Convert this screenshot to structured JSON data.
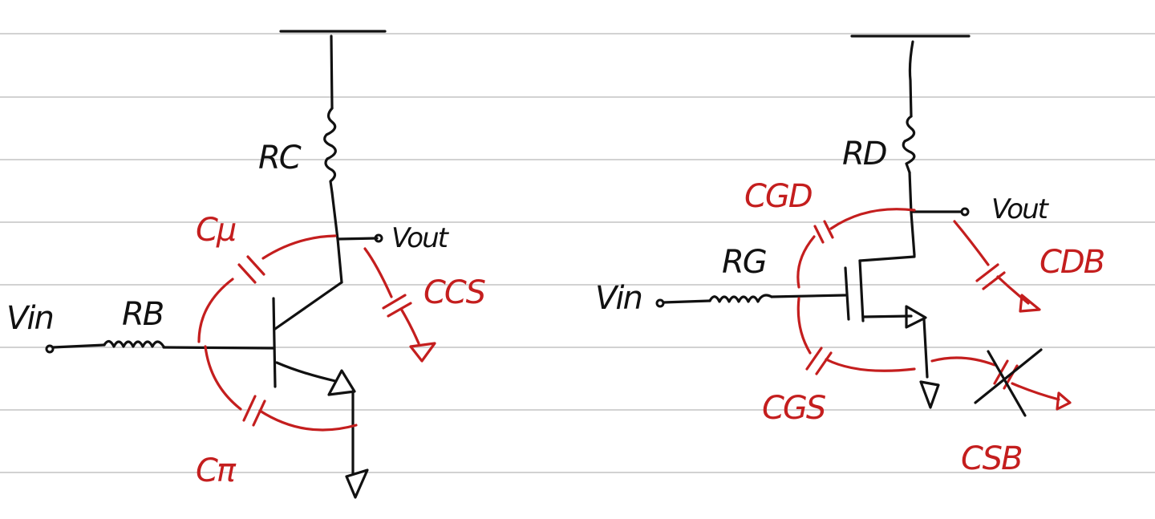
{
  "colors": {
    "ink": "#111111",
    "ink_red": "#c41e1e",
    "paper": "#ffffff",
    "ruling": "#d2d2d2"
  },
  "bjt_circuit": {
    "input_label": "Vin",
    "base_resistor_label": "RB",
    "collector_resistor_label": "RC",
    "output_label": "Vout",
    "cap_mu_label": "Cμ",
    "cap_pi_label": "Cπ",
    "cap_cs_label": "CCS"
  },
  "mosfet_circuit": {
    "input_label": "Vin",
    "gate_resistor_label": "RG",
    "drain_resistor_label": "RD",
    "output_label": "Vout",
    "cap_gd_label": "CGD",
    "cap_gs_label": "CGS",
    "cap_db_label": "CDB",
    "cap_sb_label": "CSB"
  }
}
